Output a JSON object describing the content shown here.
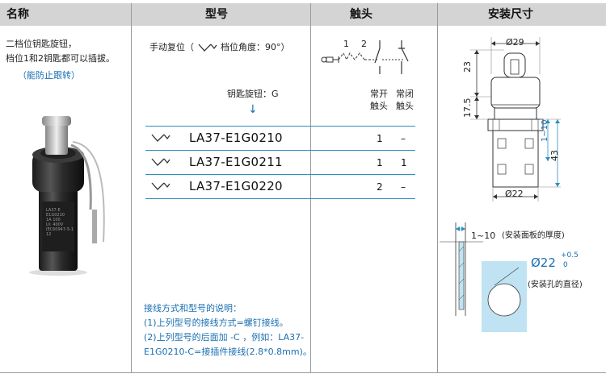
{
  "headers": {
    "name": "名称",
    "model": "型号",
    "contact": "触头",
    "install": "安装尺寸"
  },
  "product": {
    "desc_line1": "二档位钥匙旋钮，",
    "desc_line2": "档位1和2钥匙都可以插拔。",
    "desc_line3": "（能防止跟转）",
    "label_lines": [
      "LA37-E",
      "E1G0210",
      "1A 100",
      "Ui: 400V",
      "IEC60947-5-1",
      "12"
    ]
  },
  "model_section": {
    "reset_label": "手动复位（",
    "angle_label": "档位角度：90°）",
    "key_label": "钥匙旋钮：G",
    "arrow": "↓",
    "rows": [
      {
        "model": "LA37-E1G0210",
        "no": "1",
        "nc": "–"
      },
      {
        "model": "LA37-E1G0211",
        "no": "1",
        "nc": "1"
      },
      {
        "model": "LA37-E1G0220",
        "no": "2",
        "nc": "–"
      }
    ],
    "notes_title": "接线方式和型号的说明：",
    "note1": "(1)上列型号的接线方式=螺钉接线。",
    "note2a": "(2)上列型号的后面加 -C ，例如：LA37-",
    "note2b": "E1G0210-C=接插件接线(2.8*0.8mm)。"
  },
  "contact_section": {
    "pos1": "1",
    "pos2": "2",
    "no_label_1": "常开",
    "no_label_2": "触头",
    "nc_label_1": "常闭",
    "nc_label_2": "触头"
  },
  "install_section": {
    "dia_top": "Ø29",
    "dim_23": "23",
    "dim_17_5": "17.5",
    "dim_1_10_v": "1~10",
    "dim_43": "43",
    "dia_bottom": "Ø22",
    "panel_range": "1~10",
    "panel_label": "(安装面板的厚度)",
    "hole_dia": "Ø22",
    "tol_plus": "+0.5",
    "tol_zero": "0",
    "hole_label": "(安装孔的直径)"
  },
  "colors": {
    "header_bg": "#d4d4d4",
    "accent_blue": "#1a6fb0",
    "line_blue": "#2b8fbf",
    "panel_blue": "#bfe3f2"
  }
}
